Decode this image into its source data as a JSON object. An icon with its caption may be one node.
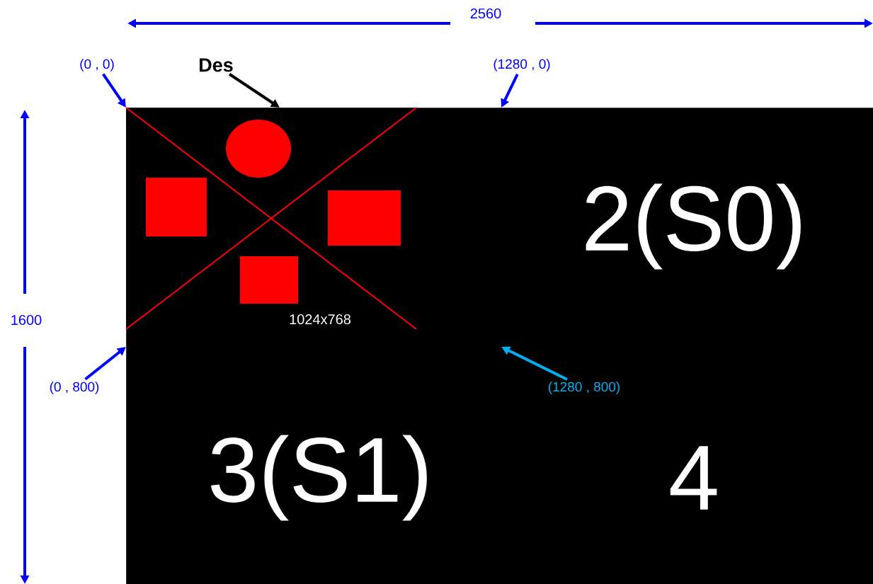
{
  "diagram": {
    "nodes": [
      {
        "text": [],
        "shape": "box"
      },
      {
        "text": [
          "1024x768"
        ],
        "in": 0
      },
      {
        "text": [
          "2(S0)"
        ],
        "in": 0
      },
      {
        "text": [
          "3(S1)"
        ],
        "in": 0
      },
      {
        "text": [
          "4"
        ],
        "in": 0
      },
      {
        "text": [
          "Des"
        ]
      },
      {
        "text": [
          "(0 , 0)"
        ]
      },
      {
        "text": [
          "(1280 , 0)"
        ]
      },
      {
        "text": [
          "(0 , 800)"
        ]
      },
      {
        "text": [
          "(1280 , 800)"
        ],
        "in": 0
      }
    ],
    "edges": [
      {
        "from": 5,
        "to": 1,
        "arrow": "to",
        "color": "#000000"
      },
      {
        "from": 6,
        "to": 1,
        "arrow": "to"
      },
      {
        "from": 7,
        "to": 0,
        "arrow": "to"
      },
      {
        "from": 8,
        "to": 0,
        "arrow": "to"
      },
      {
        "from": 9,
        "to": 0,
        "arrow": "to",
        "color": "#00b0f0"
      }
    ],
    "labels": [
      "2560",
      "1600"
    ]
  }
}
